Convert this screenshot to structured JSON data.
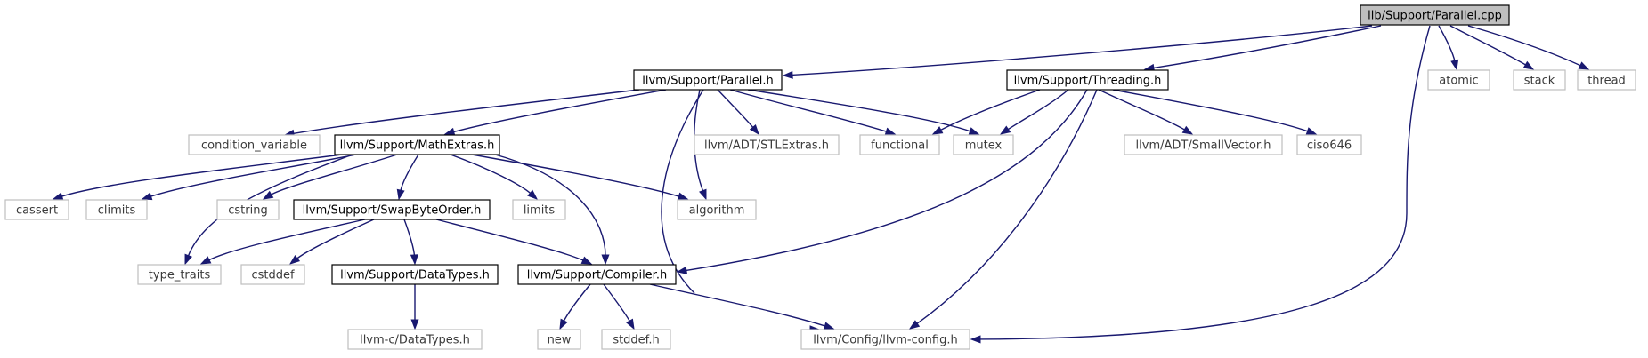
{
  "diagram": {
    "colors": {
      "edge": "#191970",
      "root_fill": "#bfbfbf",
      "root_stroke": "#000000",
      "header_stroke": "#000000",
      "system_stroke": "#bfbfbf",
      "node_fill": "#ffffff"
    },
    "nodes": [
      {
        "id": "parallel_cpp",
        "label": "lib/Support/Parallel.cpp",
        "kind": "root"
      },
      {
        "id": "parallel_h",
        "label": "llvm/Support/Parallel.h",
        "kind": "header"
      },
      {
        "id": "threading_h",
        "label": "llvm/Support/Threading.h",
        "kind": "header"
      },
      {
        "id": "atomic",
        "label": "atomic",
        "kind": "system"
      },
      {
        "id": "stack",
        "label": "stack",
        "kind": "system"
      },
      {
        "id": "thread",
        "label": "thread",
        "kind": "system"
      },
      {
        "id": "condition_variable",
        "label": "condition_variable",
        "kind": "system"
      },
      {
        "id": "mathextras_h",
        "label": "llvm/Support/MathExtras.h",
        "kind": "header"
      },
      {
        "id": "stlextras_h",
        "label": "llvm/ADT/STLExtras.h",
        "kind": "system"
      },
      {
        "id": "functional",
        "label": "functional",
        "kind": "system"
      },
      {
        "id": "mutex",
        "label": "mutex",
        "kind": "system"
      },
      {
        "id": "smallvector_h",
        "label": "llvm/ADT/SmallVector.h",
        "kind": "system"
      },
      {
        "id": "ciso646",
        "label": "ciso646",
        "kind": "system"
      },
      {
        "id": "cassert",
        "label": "cassert",
        "kind": "system"
      },
      {
        "id": "climits",
        "label": "climits",
        "kind": "system"
      },
      {
        "id": "cstring",
        "label": "cstring",
        "kind": "system"
      },
      {
        "id": "swapbyteorder_h",
        "label": "llvm/Support/SwapByteOrder.h",
        "kind": "header"
      },
      {
        "id": "limits",
        "label": "limits",
        "kind": "system"
      },
      {
        "id": "algorithm",
        "label": "algorithm",
        "kind": "system"
      },
      {
        "id": "type_traits",
        "label": "type_traits",
        "kind": "system"
      },
      {
        "id": "cstddef",
        "label": "cstddef",
        "kind": "system"
      },
      {
        "id": "datatypes_h",
        "label": "llvm/Support/DataTypes.h",
        "kind": "header"
      },
      {
        "id": "compiler_h",
        "label": "llvm/Support/Compiler.h",
        "kind": "header"
      },
      {
        "id": "c_datatypes_h",
        "label": "llvm-c/DataTypes.h",
        "kind": "system"
      },
      {
        "id": "new",
        "label": "new",
        "kind": "system"
      },
      {
        "id": "stddef_h",
        "label": "stddef.h",
        "kind": "system"
      },
      {
        "id": "llvm_config_h",
        "label": "llvm/Config/llvm-config.h",
        "kind": "system"
      }
    ],
    "edges": [
      {
        "from": "parallel_cpp",
        "to": "parallel_h"
      },
      {
        "from": "parallel_cpp",
        "to": "threading_h"
      },
      {
        "from": "parallel_cpp",
        "to": "atomic"
      },
      {
        "from": "parallel_cpp",
        "to": "stack"
      },
      {
        "from": "parallel_cpp",
        "to": "thread"
      },
      {
        "from": "parallel_cpp",
        "to": "llvm_config_h"
      },
      {
        "from": "parallel_h",
        "to": "condition_variable"
      },
      {
        "from": "parallel_h",
        "to": "mathextras_h"
      },
      {
        "from": "parallel_h",
        "to": "stlextras_h"
      },
      {
        "from": "parallel_h",
        "to": "functional"
      },
      {
        "from": "parallel_h",
        "to": "mutex"
      },
      {
        "from": "parallel_h",
        "to": "algorithm"
      },
      {
        "from": "parallel_h",
        "to": "llvm_config_h"
      },
      {
        "from": "threading_h",
        "to": "functional"
      },
      {
        "from": "threading_h",
        "to": "mutex"
      },
      {
        "from": "threading_h",
        "to": "smallvector_h"
      },
      {
        "from": "threading_h",
        "to": "ciso646"
      },
      {
        "from": "threading_h",
        "to": "compiler_h"
      },
      {
        "from": "threading_h",
        "to": "llvm_config_h"
      },
      {
        "from": "mathextras_h",
        "to": "cassert"
      },
      {
        "from": "mathextras_h",
        "to": "climits"
      },
      {
        "from": "mathextras_h",
        "to": "cstring"
      },
      {
        "from": "mathextras_h",
        "to": "swapbyteorder_h"
      },
      {
        "from": "mathextras_h",
        "to": "limits"
      },
      {
        "from": "mathextras_h",
        "to": "algorithm"
      },
      {
        "from": "mathextras_h",
        "to": "type_traits"
      },
      {
        "from": "mathextras_h",
        "to": "compiler_h"
      },
      {
        "from": "swapbyteorder_h",
        "to": "type_traits"
      },
      {
        "from": "swapbyteorder_h",
        "to": "cstddef"
      },
      {
        "from": "swapbyteorder_h",
        "to": "datatypes_h"
      },
      {
        "from": "swapbyteorder_h",
        "to": "compiler_h"
      },
      {
        "from": "datatypes_h",
        "to": "c_datatypes_h"
      },
      {
        "from": "compiler_h",
        "to": "new"
      },
      {
        "from": "compiler_h",
        "to": "stddef_h"
      },
      {
        "from": "compiler_h",
        "to": "llvm_config_h"
      }
    ]
  }
}
